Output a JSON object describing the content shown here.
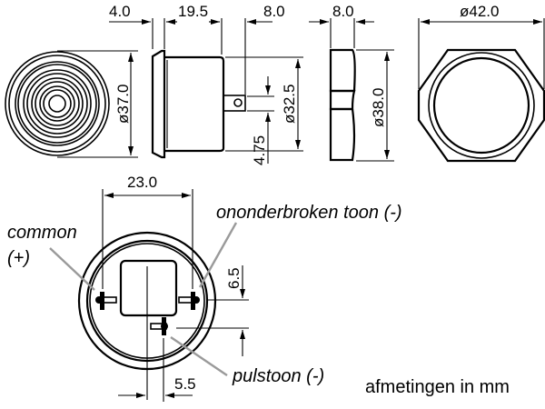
{
  "drawing": {
    "dimensions": {
      "flange_thickness": "4.0",
      "body_length": "19.5",
      "terminal_length": "8.0",
      "nut_thickness": "8.0",
      "nut_across_corners": "ø42.0",
      "front_diameter": "ø37.0",
      "body_diameter": "ø32.5",
      "terminal_offset": "4.75",
      "nut_diameter": "ø38.0",
      "pin_spacing": "23.0",
      "pin_vertical_offset": "6.5",
      "pin_horizontal_offset": "5.5"
    },
    "labels": {
      "common": "common",
      "common_polarity": "(+)",
      "continuous_tone": "ononderbroken toon (-)",
      "pulse_tone": "pulstoon (-)"
    },
    "units_note": "afmetingen in mm"
  }
}
